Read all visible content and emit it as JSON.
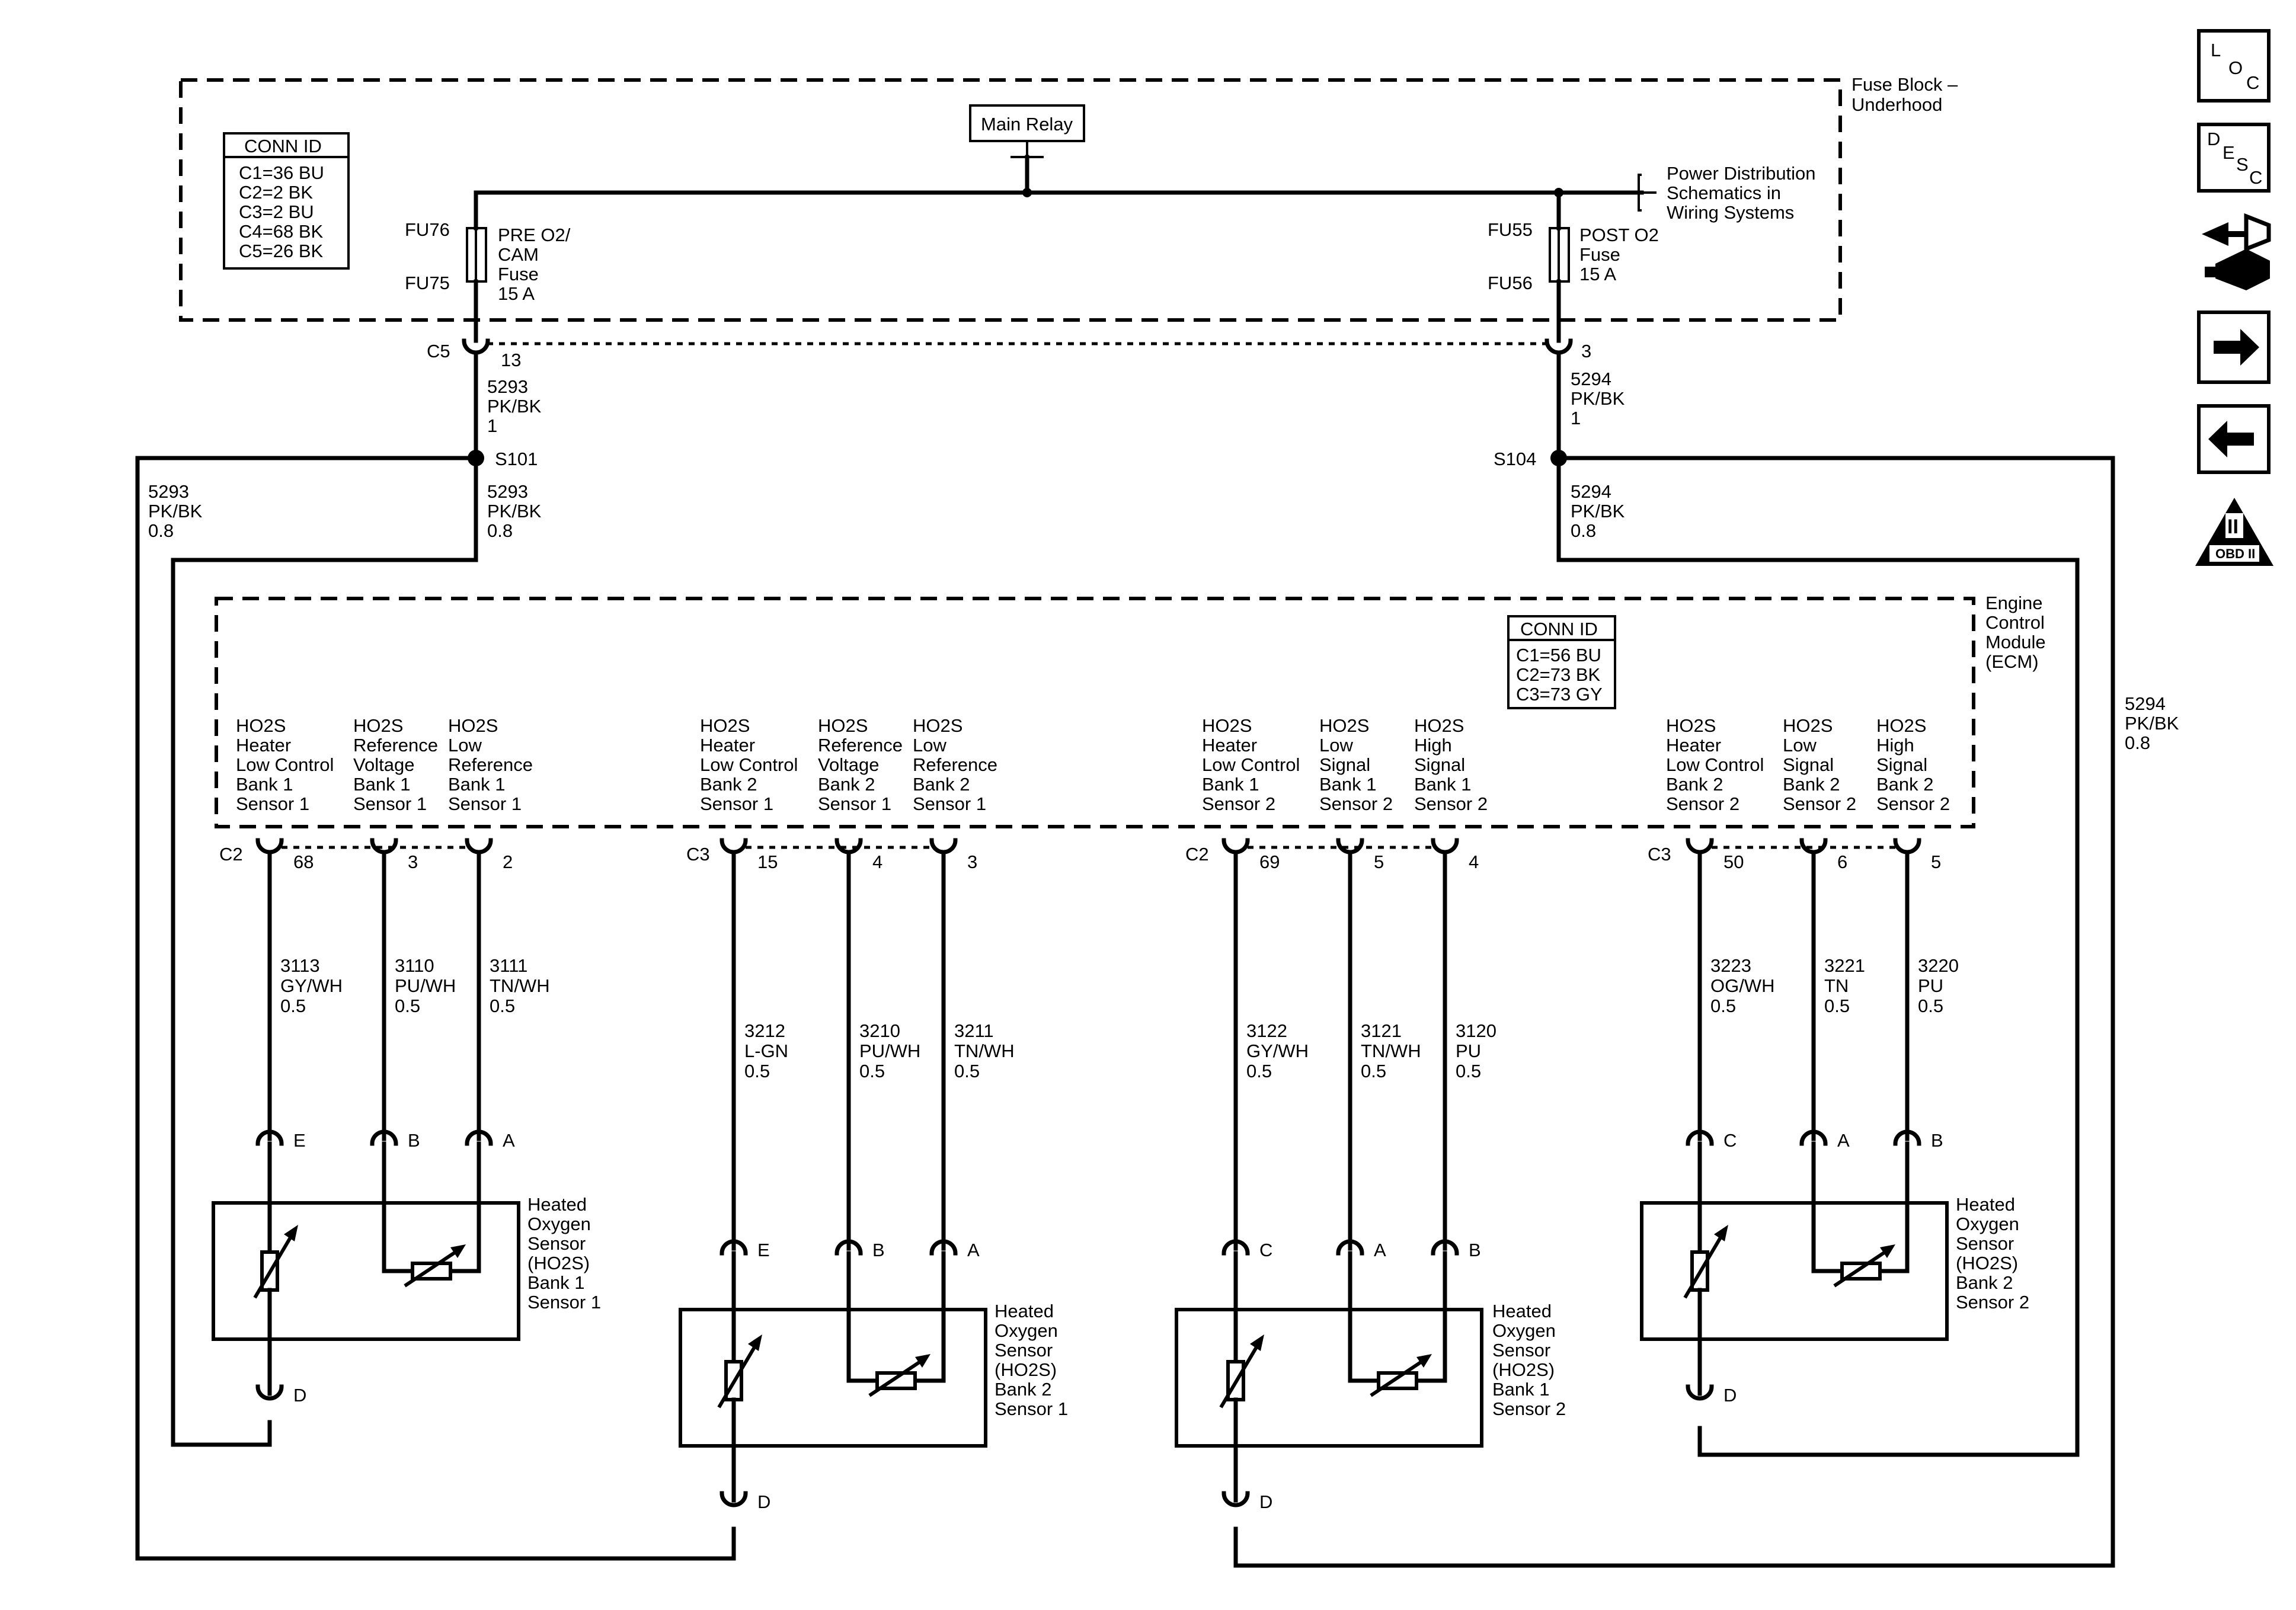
{
  "fuse_block": {
    "title_line1": "Fuse Block –",
    "title_line2": "Underhood",
    "conn_id": {
      "title": "CONN ID",
      "lines": [
        "C1=36 BU",
        "C2=2 BK",
        "C3=2 BU",
        "C4=68 BK",
        "C5=26 BK"
      ]
    },
    "main_relay": "Main Relay",
    "power_dist": [
      "Power Distribution",
      "Schematics in",
      "Wiring Systems"
    ],
    "fuse_left": {
      "top": "FU76",
      "bottom": "FU75",
      "lines": [
        "PRE O2/",
        "CAM",
        "Fuse",
        "15 A"
      ]
    },
    "fuse_right": {
      "top": "FU55",
      "bottom": "FU56",
      "lines": [
        "POST O2",
        "Fuse",
        "15 A"
      ]
    }
  },
  "connectors": {
    "c5": "C5",
    "c5_pin": "13",
    "right_pin": "3",
    "wire_5293_top": [
      "5293",
      "PK/BK",
      "1"
    ],
    "wire_5294_top": [
      "5294",
      "PK/BK",
      "1"
    ],
    "s101": "S101",
    "s104": "S104",
    "wire_5293_left": [
      "5293",
      "PK/BK",
      "0.8"
    ],
    "wire_5293_mid": [
      "5293",
      "PK/BK",
      "0.8"
    ],
    "wire_5294_mid": [
      "5294",
      "PK/BK",
      "0.8"
    ],
    "wire_5294_right": [
      "5294",
      "PK/BK",
      "0.8"
    ]
  },
  "ecm": {
    "title": [
      "Engine",
      "Control",
      "Module",
      "(ECM)"
    ],
    "conn_id": {
      "title": "CONN ID",
      "lines": [
        "C1=56 BU",
        "C2=73 BK",
        "C3=73 GY"
      ]
    }
  },
  "groups": [
    {
      "conn": "C2",
      "pins": [
        {
          "label": [
            "HO2S",
            "Heater",
            "Low Control",
            "Bank 1",
            "Sensor 1"
          ],
          "pin": "68",
          "wire": [
            "3113",
            "GY/WH",
            "0.5"
          ],
          "term": "E"
        },
        {
          "label": [
            "HO2S",
            "Reference",
            "Voltage",
            "Bank 1",
            "Sensor 1"
          ],
          "pin": "3",
          "wire": [
            "3110",
            "PU/WH",
            "0.5"
          ],
          "term": "B"
        },
        {
          "label": [
            "HO2S",
            "Low",
            "Reference",
            "Bank 1",
            "Sensor 1"
          ],
          "pin": "2",
          "wire": [
            "3111",
            "TN/WH",
            "0.5"
          ],
          "term": "A"
        }
      ],
      "sensor": [
        "Heated",
        "Oxygen",
        "Sensor",
        "(HO2S)",
        "Bank 1",
        "Sensor 1"
      ],
      "ground_term": "D"
    },
    {
      "conn": "C3",
      "pins": [
        {
          "label": [
            "HO2S",
            "Heater",
            "Low Control",
            "Bank 2",
            "Sensor 1"
          ],
          "pin": "15",
          "wire": [
            "3212",
            "L-GN",
            "0.5"
          ],
          "term": "E"
        },
        {
          "label": [
            "HO2S",
            "Reference",
            "Voltage",
            "Bank 2",
            "Sensor 1"
          ],
          "pin": "4",
          "wire": [
            "3210",
            "PU/WH",
            "0.5"
          ],
          "term": "B"
        },
        {
          "label": [
            "HO2S",
            "Low",
            "Reference",
            "Bank 2",
            "Sensor 1"
          ],
          "pin": "3",
          "wire": [
            "3211",
            "TN/WH",
            "0.5"
          ],
          "term": "A"
        }
      ],
      "sensor": [
        "Heated",
        "Oxygen",
        "Sensor",
        "(HO2S)",
        "Bank 2",
        "Sensor 1"
      ],
      "ground_term": "D"
    },
    {
      "conn": "C2",
      "pins": [
        {
          "label": [
            "HO2S",
            "Heater",
            "Low Control",
            "Bank 1",
            "Sensor 2"
          ],
          "pin": "69",
          "wire": [
            "3122",
            "GY/WH",
            "0.5"
          ],
          "term": "C"
        },
        {
          "label": [
            "HO2S",
            "Low",
            "Signal",
            "Bank 1",
            "Sensor 2"
          ],
          "pin": "5",
          "wire": [
            "3121",
            "TN/WH",
            "0.5"
          ],
          "term": "A"
        },
        {
          "label": [
            "HO2S",
            "High",
            "Signal",
            "Bank 1",
            "Sensor 2"
          ],
          "pin": "4",
          "wire": [
            "3120",
            "PU",
            "0.5"
          ],
          "term": "B"
        }
      ],
      "sensor": [
        "Heated",
        "Oxygen",
        "Sensor",
        "(HO2S)",
        "Bank 1",
        "Sensor 2"
      ],
      "ground_term": "D"
    },
    {
      "conn": "C3",
      "pins": [
        {
          "label": [
            "HO2S",
            "Heater",
            "Low Control",
            "Bank 2",
            "Sensor 2"
          ],
          "pin": "50",
          "wire": [
            "3223",
            "OG/WH",
            "0.5"
          ],
          "term": "C"
        },
        {
          "label": [
            "HO2S",
            "Low",
            "Signal",
            "Bank 2",
            "Sensor 2"
          ],
          "pin": "6",
          "wire": [
            "3221",
            "TN",
            "0.5"
          ],
          "term": "A"
        },
        {
          "label": [
            "HO2S",
            "High",
            "Signal",
            "Bank 2",
            "Sensor 2"
          ],
          "pin": "5",
          "wire": [
            "3220",
            "PU",
            "0.5"
          ],
          "term": "B"
        }
      ],
      "sensor": [
        "Heated",
        "Oxygen",
        "Sensor",
        "(HO2S)",
        "Bank 2",
        "Sensor 2"
      ],
      "ground_term": "D"
    }
  ],
  "sidebar": {
    "loc": [
      "L",
      "O",
      "C"
    ],
    "desc": [
      "D",
      "E",
      "S",
      "C"
    ],
    "obd": "OBD II",
    "obd_mark": "II"
  }
}
